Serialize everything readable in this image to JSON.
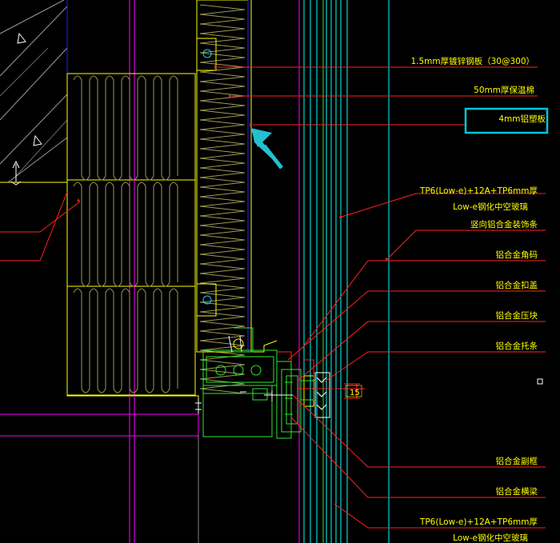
{
  "labels": [
    "1.5mm厚镀锌钢板（30@300）",
    "50mm厚保温棉",
    "4mm铝塑板",
    "TP6(Low-e)+12A+TP6mm厚",
    "Low-e钢化中空玻璃",
    "竖向铝合金装饰条",
    "铝合金角码",
    "铝合金扣盖",
    "铝合金压块",
    "铝合金托条",
    "铝合金副框",
    "铝合金横梁",
    "TP6(Low-e)+12A+TP6mm厚",
    "Low-e钢化中空玻璃"
  ],
  "highlighted_label": "4mm铝塑板",
  "dimension": "15",
  "colors": {
    "background": "#000000",
    "label_text": "#ffff00",
    "leader": "#ff2020",
    "glass": "#00ffff",
    "frame": "#2ee82e",
    "highlight_box": "#00c8d8",
    "pointer_arrow": "#22c0d0"
  }
}
